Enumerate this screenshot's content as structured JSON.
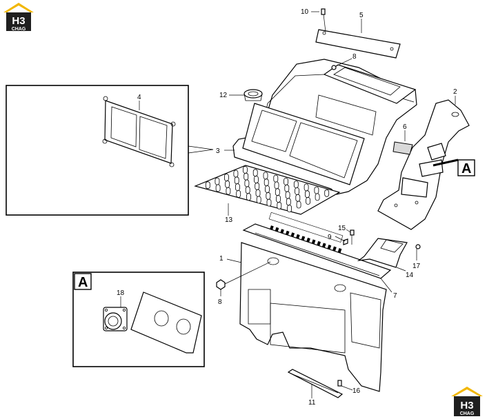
{
  "logo": {
    "brand_top": "H3",
    "brand_bottom": "CHAG",
    "colors": {
      "roof": "#f2b705",
      "panel": "#1f1f1f",
      "text": "#ffffff"
    }
  },
  "detail_label": "A",
  "callouts": {
    "c1": "1",
    "c2": "2",
    "c3": "3",
    "c4": "4",
    "c5": "5",
    "c6": "6",
    "c7": "7",
    "c8a": "8",
    "c8b": "8",
    "c9": "9",
    "c10": "10",
    "c11": "11",
    "c12": "12",
    "c13": "13",
    "c14": "14",
    "c15": "15",
    "c16": "16",
    "c17": "17",
    "c18": "18"
  }
}
